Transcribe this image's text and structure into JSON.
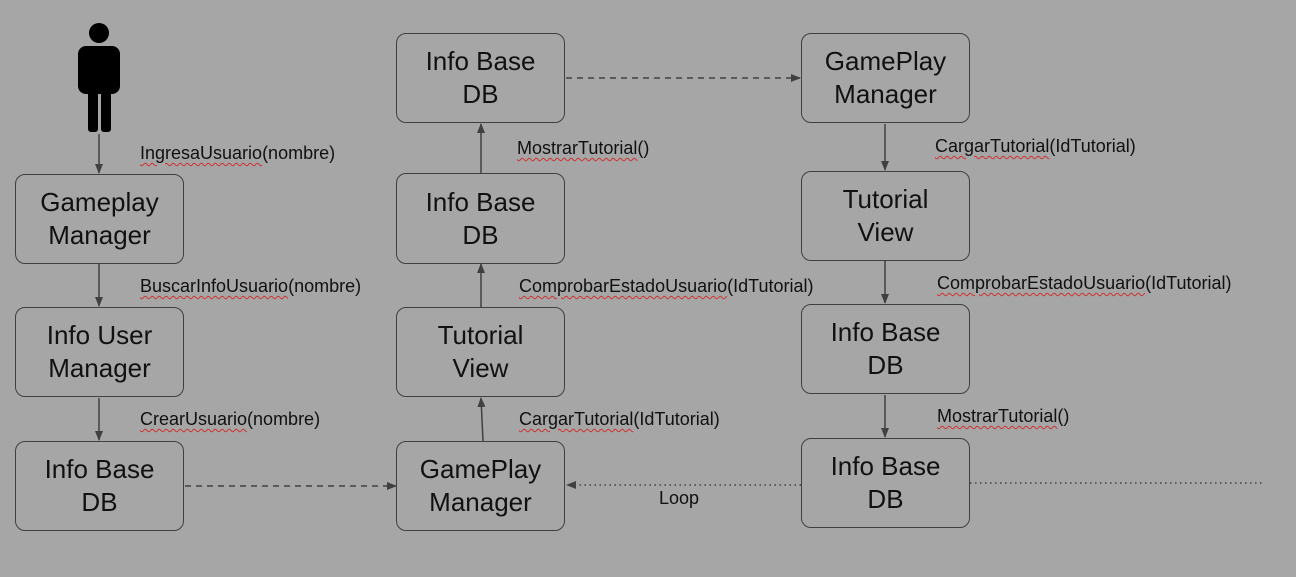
{
  "colors": {
    "background": "#a6a6a6",
    "stroke": "#404040",
    "spellcheck": "#d03030"
  },
  "icons": [
    "user-actor-icon"
  ],
  "boxes": [
    {
      "id": "b1",
      "line1": "Gameplay",
      "line2": "Manager"
    },
    {
      "id": "b2",
      "line1": "Info User",
      "line2": "Manager"
    },
    {
      "id": "b3",
      "line1": "Info Base",
      "line2": "DB"
    },
    {
      "id": "b4",
      "line1": "GamePlay",
      "line2": "Manager"
    },
    {
      "id": "b5",
      "line1": "Tutorial",
      "line2": "View"
    },
    {
      "id": "b6",
      "line1": "Info Base",
      "line2": "DB"
    },
    {
      "id": "b7",
      "line1": "Info Base",
      "line2": "DB"
    },
    {
      "id": "b8",
      "line1": "GamePlay",
      "line2": "Manager"
    },
    {
      "id": "b9",
      "line1": "Tutorial",
      "line2": "View"
    },
    {
      "id": "b10",
      "line1": "Info Base",
      "line2": "DB"
    },
    {
      "id": "b11",
      "line1": "Info Base",
      "line2": "DB"
    }
  ],
  "labels": [
    {
      "id": "l1",
      "name": "IngresaUsuario",
      "args": "(nombre)"
    },
    {
      "id": "l2",
      "name": "BuscarInfoUsuario",
      "args": "(nombre)"
    },
    {
      "id": "l3",
      "name": "CrearUsuario",
      "args": "(nombre)"
    },
    {
      "id": "l4",
      "name": "CargarTutorial",
      "args": "(IdTutorial)"
    },
    {
      "id": "l5",
      "name": "ComprobarEstadoUsuario",
      "args": "(IdTutorial)"
    },
    {
      "id": "l6",
      "name": "MostrarTutorial",
      "args": "()"
    },
    {
      "id": "l7",
      "name": "CargarTutorial",
      "args": "(IdTutorial)"
    },
    {
      "id": "l8",
      "name": "ComprobarEstadoUsuario",
      "args": "(IdTutorial)"
    },
    {
      "id": "l9",
      "name": "MostrarTutorial",
      "args": "()"
    }
  ],
  "loop_label": "Loop"
}
